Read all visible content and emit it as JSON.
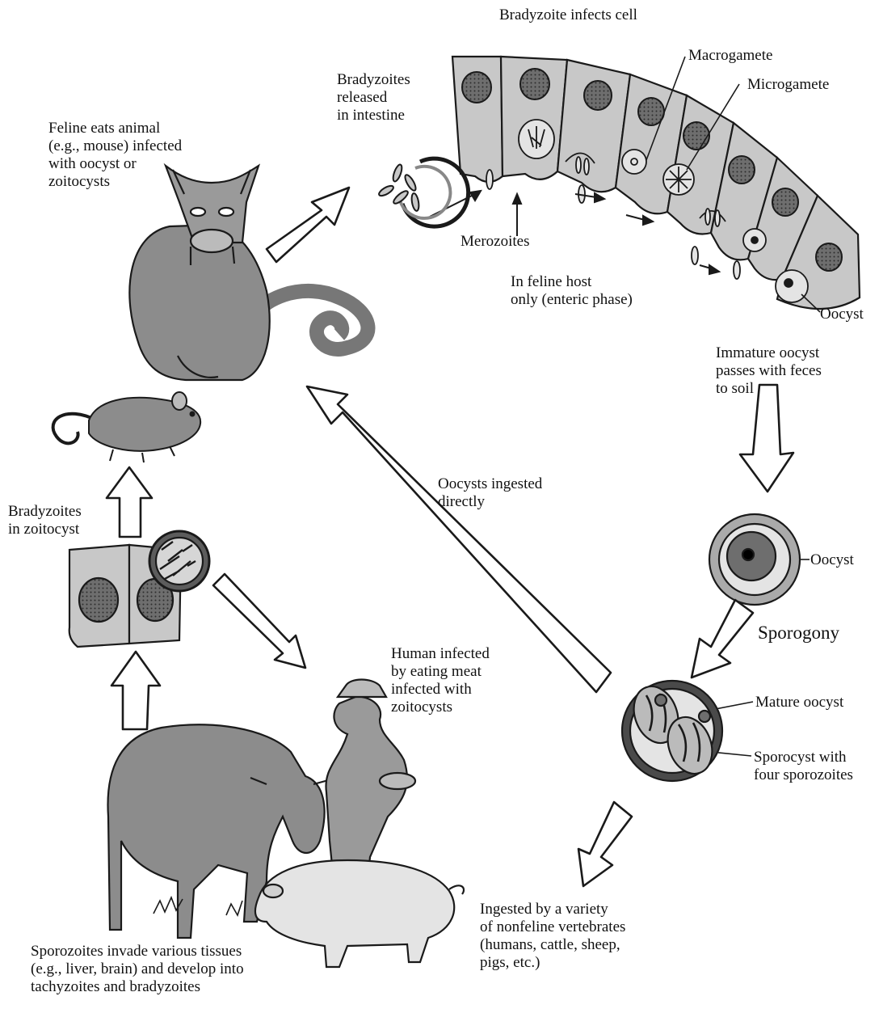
{
  "labels": {
    "bradyzoite_infects_cell": "Bradyzoite infects cell",
    "macrogamete": "Macrogamete",
    "microgamete": "Microgamete",
    "bradyzoites_released": "Bradyzoites\nreleased\nin intestine",
    "feline_eats": "Feline eats animal\n(e.g., mouse) infected\nwith oocyst or\nzoitocysts",
    "merozoites": "Merozoites",
    "feline_host": "In feline host\nonly (enteric phase)",
    "oocyst_top": "Oocyst",
    "immature_oocyst": "Immature oocyst\npasses with feces\nto soil",
    "oocysts_ingested": "Oocysts ingested\ndirectly",
    "bradyzoites_zoitocyst": "Bradyzoites\nin zoitocyst",
    "oocyst_mid": "Oocyst",
    "sporogony": "Sporogony",
    "human_infected": "Human infected\nby eating meat\ninfected with\nzoitocysts",
    "mature_oocyst": "Mature oocyst",
    "sporocyst": "Sporocyst with\nfour sporozoites",
    "sporozoites_invade": "Sporozoites invade various tissues\n(e.g., liver, brain) and develop into\ntachyzoites and bradyzoites",
    "ingested_variety": "Ingested by a variety\nof nonfeline vertebrates\n(humans, cattle, sheep,\npigs, etc.)"
  },
  "colors": {
    "outline": "#1a1a1a",
    "cell_fill": "#c8c8c8",
    "nucleus_fill": "#6e6e6e",
    "animal_fill": "#8c8c8c",
    "light_fill": "#e4e4e4",
    "arrow_fill": "#ffffff"
  }
}
